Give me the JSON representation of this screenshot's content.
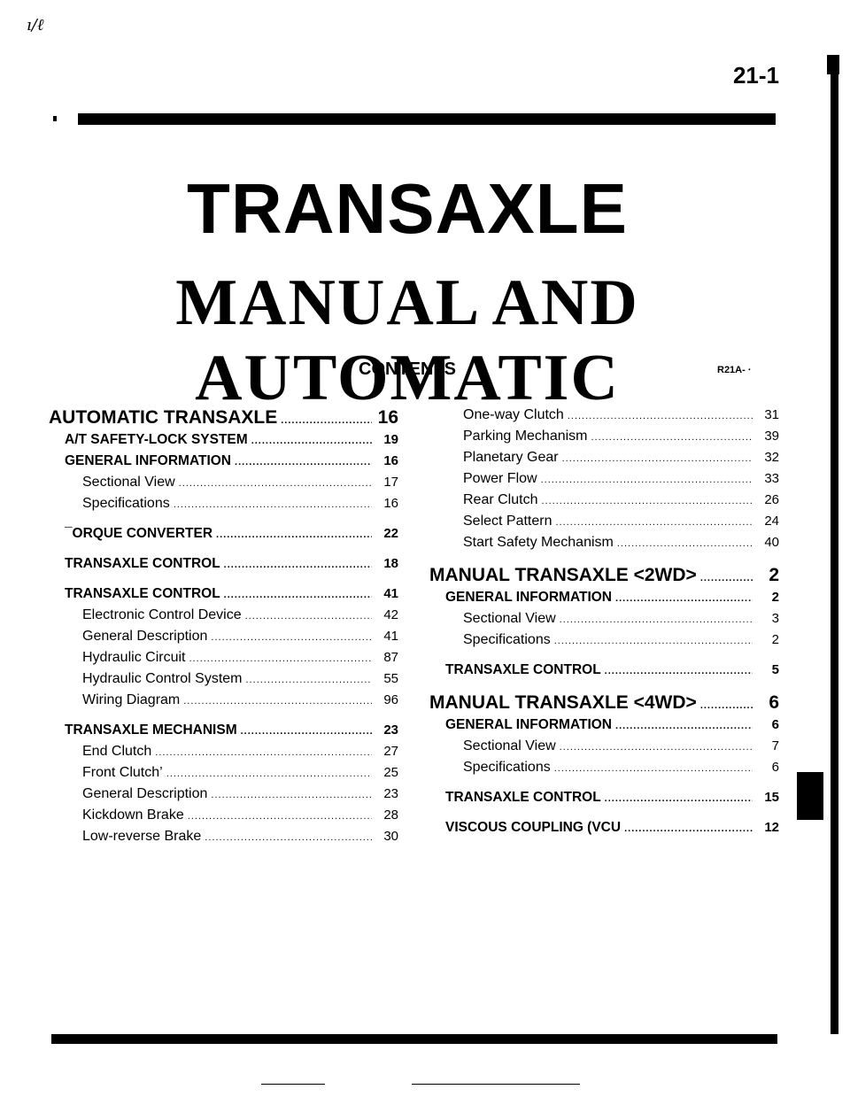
{
  "header": {
    "corner_mark": "ı/ℓ",
    "page_number": "21-1",
    "title": "TRANSAXLE",
    "subtitle": "MANUAL AND AUTOMATIC",
    "contents_heading": "CONTENTS",
    "code": "R21A- ·"
  },
  "toc_left": [
    {
      "level": 0,
      "label": "AUTOMATIC TRANSAXLE",
      "page": "16"
    },
    {
      "level": 1,
      "label": "A/T SAFETY-LOCK SYSTEM",
      "page": "19"
    },
    {
      "level": 1,
      "label": "GENERAL INFORMATION",
      "page": "16"
    },
    {
      "level": 2,
      "label": "Sectional View",
      "page": "17"
    },
    {
      "level": 2,
      "label": "Specifications",
      "page": "16"
    },
    {
      "level": "sp"
    },
    {
      "level": 1,
      "label": "¯ORQUE CONVERTER",
      "page": "22"
    },
    {
      "level": "sp"
    },
    {
      "level": 1,
      "label": "TRANSAXLE CONTROL",
      "page": "18"
    },
    {
      "level": "sp"
    },
    {
      "level": 1,
      "label": "TRANSAXLE CONTROL",
      "page": "41"
    },
    {
      "level": 2,
      "label": "Electronic Control Device",
      "page": "42"
    },
    {
      "level": 2,
      "label": "General Description",
      "page": "41"
    },
    {
      "level": 2,
      "label": "Hydraulic Circuit",
      "page": "87"
    },
    {
      "level": 2,
      "label": "Hydraulic Control System",
      "page": "55"
    },
    {
      "level": 2,
      "label": "Wiring Diagram",
      "page": "96"
    },
    {
      "level": "sp"
    },
    {
      "level": 1,
      "label": "TRANSAXLE MECHANISM",
      "page": "23"
    },
    {
      "level": 2,
      "label": "End Clutch",
      "page": "27"
    },
    {
      "level": 2,
      "label": "Front Clutch’",
      "page": "25"
    },
    {
      "level": 2,
      "label": "General Description",
      "page": "23"
    },
    {
      "level": 2,
      "label": "Kickdown Brake",
      "page": "28"
    },
    {
      "level": 2,
      "label": "Low-reverse Brake",
      "page": "30"
    }
  ],
  "toc_right": [
    {
      "level": 2,
      "label": "One-way Clutch",
      "page": "31"
    },
    {
      "level": 2,
      "label": "Parking Mechanism",
      "page": "39"
    },
    {
      "level": 2,
      "label": "Planetary Gear",
      "page": "32"
    },
    {
      "level": 2,
      "label": "Power Flow",
      "page": "33"
    },
    {
      "level": 2,
      "label": "Rear Clutch",
      "page": "26"
    },
    {
      "level": 2,
      "label": "Select Pattern",
      "page": "24"
    },
    {
      "level": 2,
      "label": "Start Safety Mechanism",
      "page": "40"
    },
    {
      "level": "sp"
    },
    {
      "level": 0,
      "label": "MANUAL TRANSAXLE <2WD>",
      "page": "2"
    },
    {
      "level": 1,
      "label": "GENERAL INFORMATION",
      "page": "2"
    },
    {
      "level": 2,
      "label": "Sectional View",
      "page": "3"
    },
    {
      "level": 2,
      "label": "Specifications",
      "page": "2"
    },
    {
      "level": "sp"
    },
    {
      "level": 1,
      "label": "TRANSAXLE CONTROL",
      "page": "5"
    },
    {
      "level": "sp"
    },
    {
      "level": 0,
      "label": "MANUAL TRANSAXLE <4WD>",
      "page": "6"
    },
    {
      "level": 1,
      "label": "GENERAL INFORMATION",
      "page": "6"
    },
    {
      "level": 2,
      "label": "Sectional View",
      "page": "7"
    },
    {
      "level": 2,
      "label": "Specifications",
      "page": "6"
    },
    {
      "level": "sp"
    },
    {
      "level": 1,
      "label": "TRANSAXLE CONTROL",
      "page": "15"
    },
    {
      "level": "sp"
    },
    {
      "level": 1,
      "label": "VISCOUS COUPLING (VCU",
      "page": "12"
    }
  ]
}
